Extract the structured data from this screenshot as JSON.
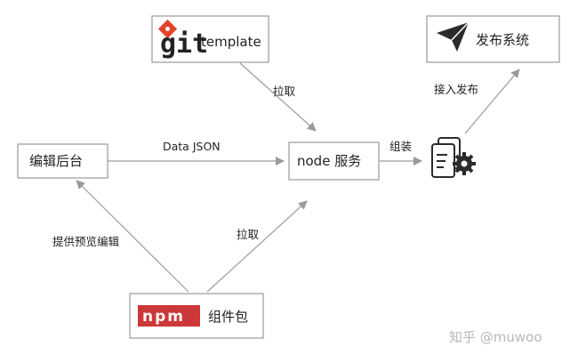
{
  "nodes": {
    "git": {
      "logo_text": "git",
      "label": "template"
    },
    "publish": {
      "label": "发布系统"
    },
    "editor": {
      "label": "编辑后台"
    },
    "node_service": {
      "label": "node 服务"
    },
    "npm": {
      "logo_text": "npm",
      "label": "组件包"
    }
  },
  "edges": {
    "git_to_node": "拉取",
    "editor_to_node": "Data JSON",
    "node_to_doc": "组装",
    "doc_to_publish": "接入发布",
    "npm_to_editor": "提供预览编辑",
    "npm_to_node": "拉取"
  },
  "icons": {
    "publish": "paper-plane-icon",
    "assembled": "document-gear-icon",
    "git_logo": "git-logo-icon",
    "npm_logo": "npm-logo-icon"
  },
  "colors": {
    "git_red": "#e24329",
    "npm_red": "#cb3837",
    "line_gray": "#9a9a9a"
  },
  "watermark": "知乎 @muwoo"
}
